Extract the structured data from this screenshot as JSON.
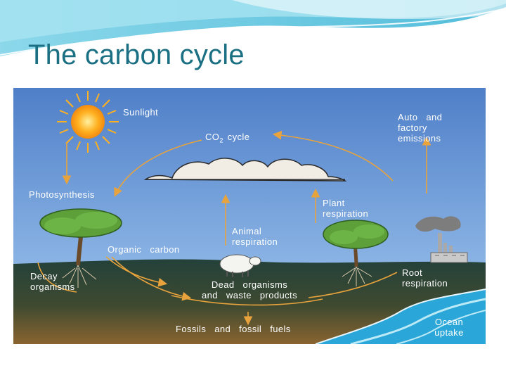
{
  "slide": {
    "title": "The carbon cycle"
  },
  "diagram": {
    "labels": {
      "sunlight": "Sunlight",
      "co2_prefix": "CO",
      "co2_sub": "2",
      "co2_suffix": " cycle",
      "auto_emissions": "Auto  and\nfactory\nemissions",
      "photosynthesis": "Photosynthesis",
      "plant_respiration": "Plant\nrespiration",
      "animal_respiration": "Animal\nrespiration",
      "organic_carbon": "Organic  carbon",
      "decay_organisms": "Decay\norganisms",
      "root_respiration": "Root\nrespiration",
      "dead_organisms": "Dead  organisms\nand  waste  products",
      "fossils": "Fossils  and  fossil  fuels",
      "ocean_uptake": "Ocean\nuptake"
    },
    "colors": {
      "sky": "#5b8bd0",
      "ground_top": "#2d4a3a",
      "ground_bottom": "#7a5a2f",
      "arrow": "#e8a33c",
      "ocean": "#2aa6d8",
      "title": "#1a6f82"
    }
  }
}
